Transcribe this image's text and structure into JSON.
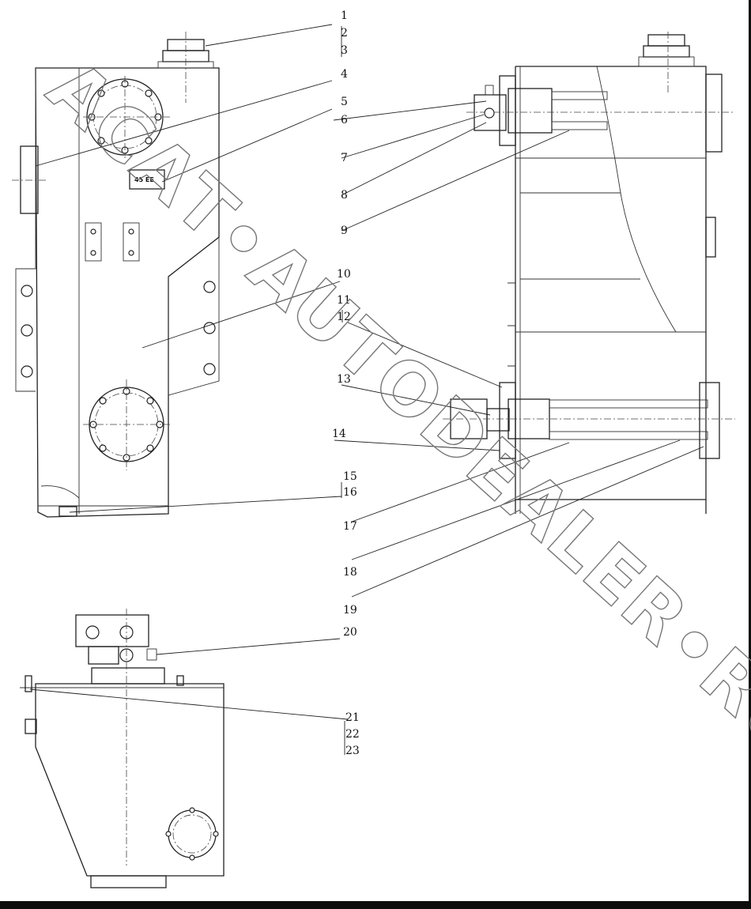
{
  "drawing": {
    "plate_text": "45 ЕЕ",
    "part_numbers": [
      "1",
      "2",
      "3",
      "4",
      "5",
      "6",
      "7",
      "8",
      "9",
      "10",
      "11",
      "12",
      "13",
      "14",
      "15",
      "16",
      "17",
      "18",
      "19",
      "20",
      "21",
      "22",
      "23"
    ],
    "watermark": "АСАТ•AUTODEALER•RU"
  }
}
